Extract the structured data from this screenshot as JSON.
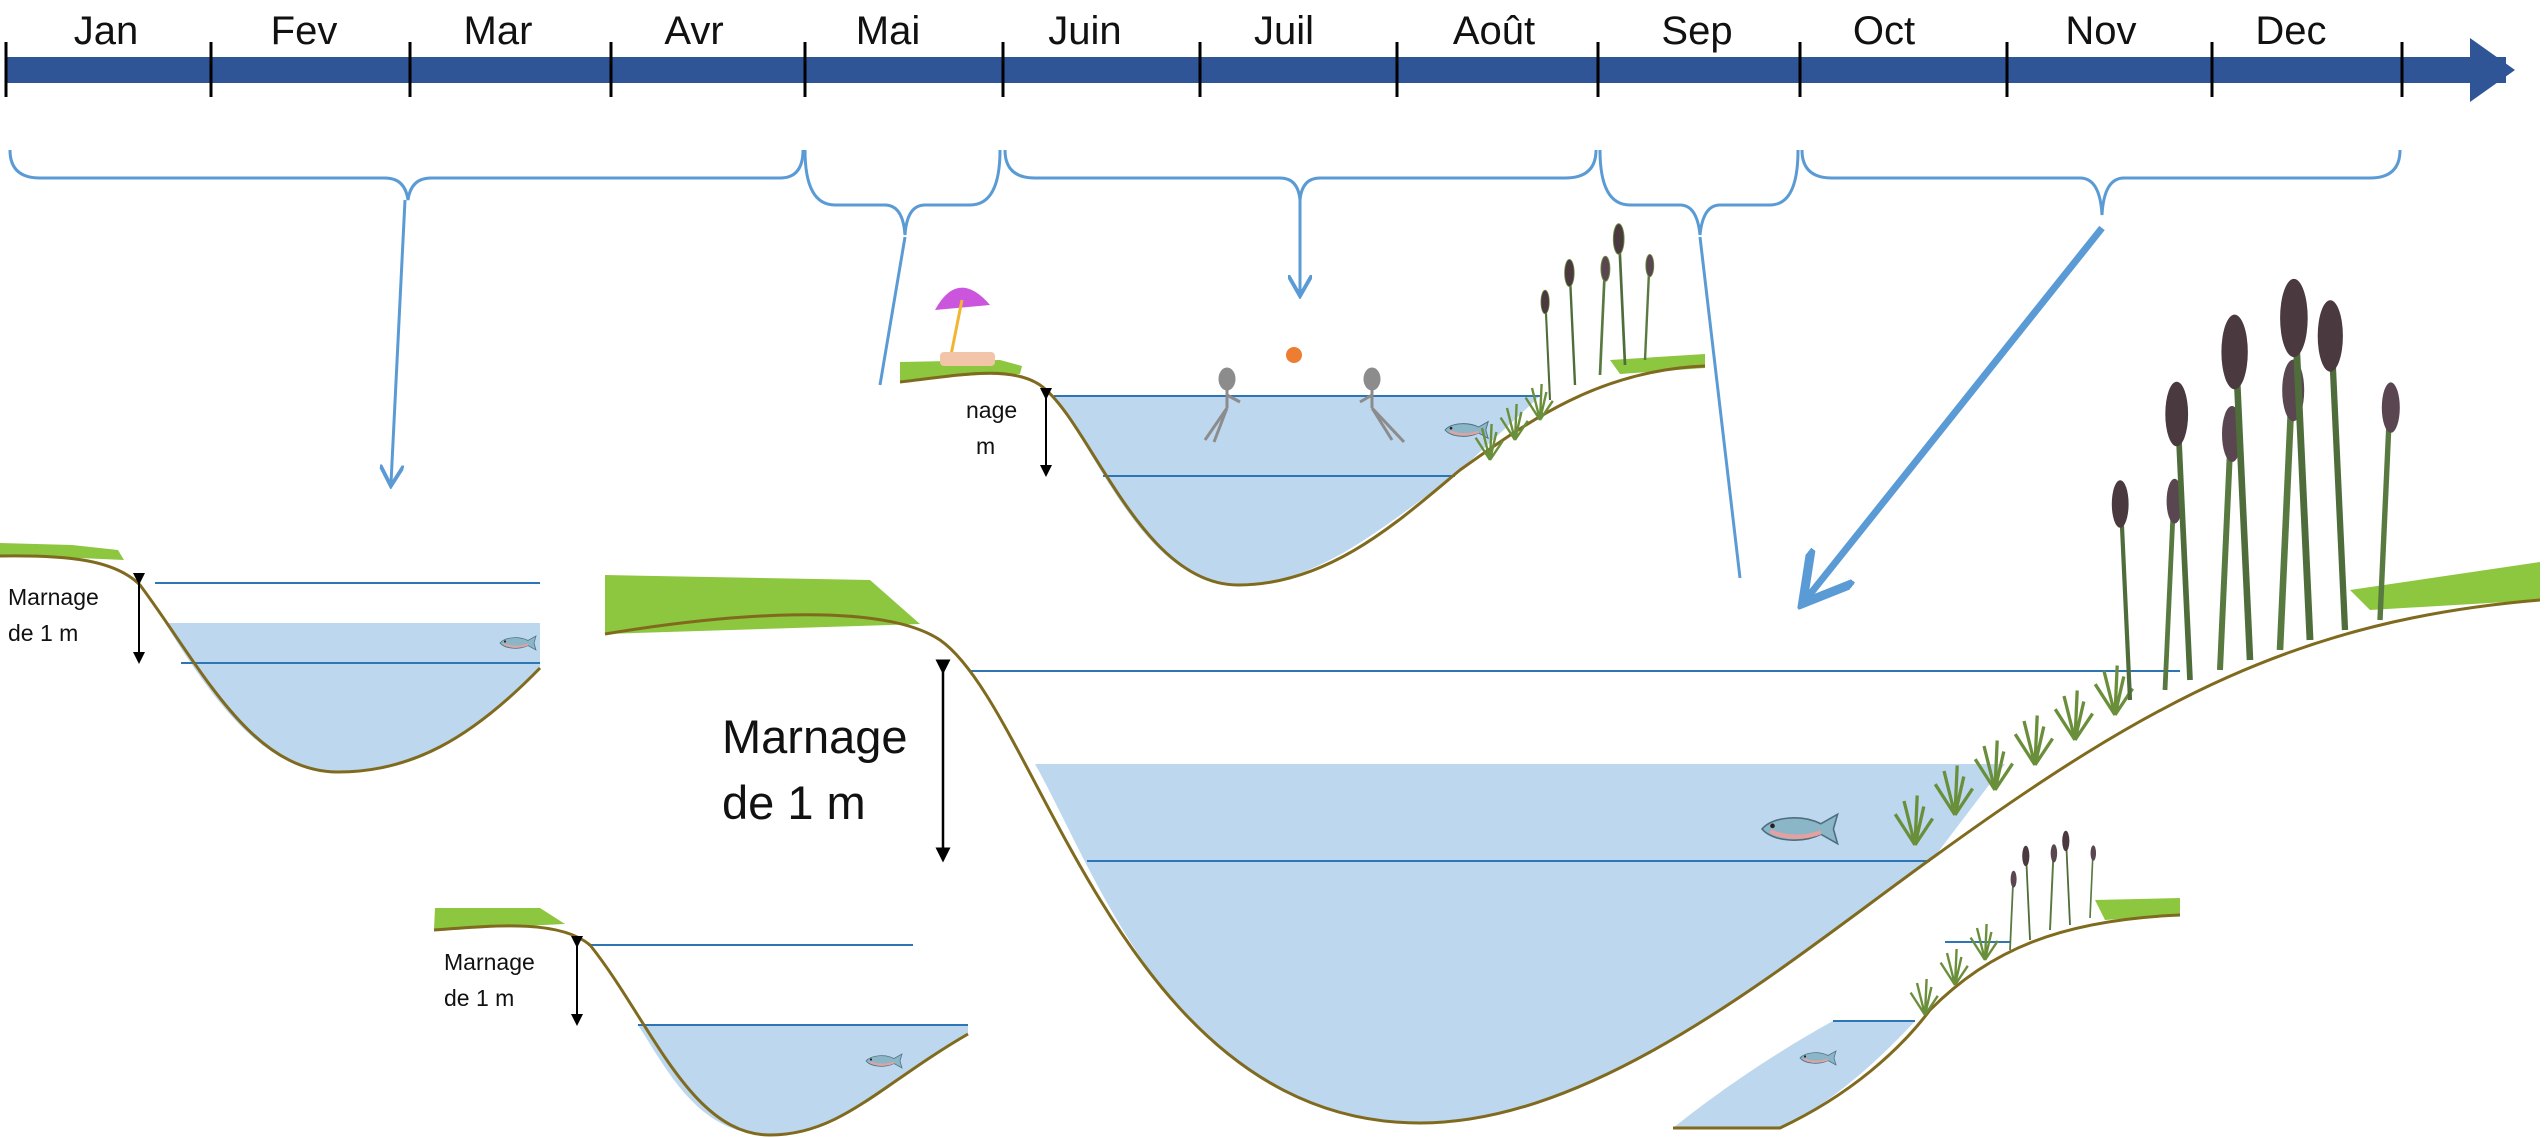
{
  "timeline": {
    "months": [
      "Jan",
      "Fev",
      "Mar",
      "Avr",
      "Mai",
      "Juin",
      "Juil",
      "Août",
      "Sep",
      "Oct",
      "Nov",
      "Dec"
    ]
  },
  "annotations": {
    "winter_marnage_line1": "Marnage",
    "winter_marnage_line2": "de 1 m",
    "summer_marnage_line1": "nage",
    "summer_marnage_line2": "m",
    "autumn_marnage_line1": "Marnage",
    "autumn_marnage_line2": "de 1 m",
    "spring_marnage_line1": "Marnage",
    "spring_marnage_line2": "de 1 m"
  },
  "colors": {
    "timeline_bar": "#2f5597",
    "bracket": "#5b9bd5",
    "water": "#bdd7ee",
    "water_line": "#2e75b6",
    "grass": "#8dc63f",
    "shore": "#7f6a1e",
    "reed": "#4f6d3a",
    "reed_head": "#4a3a40",
    "fish": "#8ab6c8",
    "umbrella": "#cc55dd",
    "ball": "#ed7d31"
  },
  "icons": [
    "fish-icon",
    "umbrella-icon",
    "swimmer-icon",
    "ball-icon",
    "reed-icon"
  ]
}
